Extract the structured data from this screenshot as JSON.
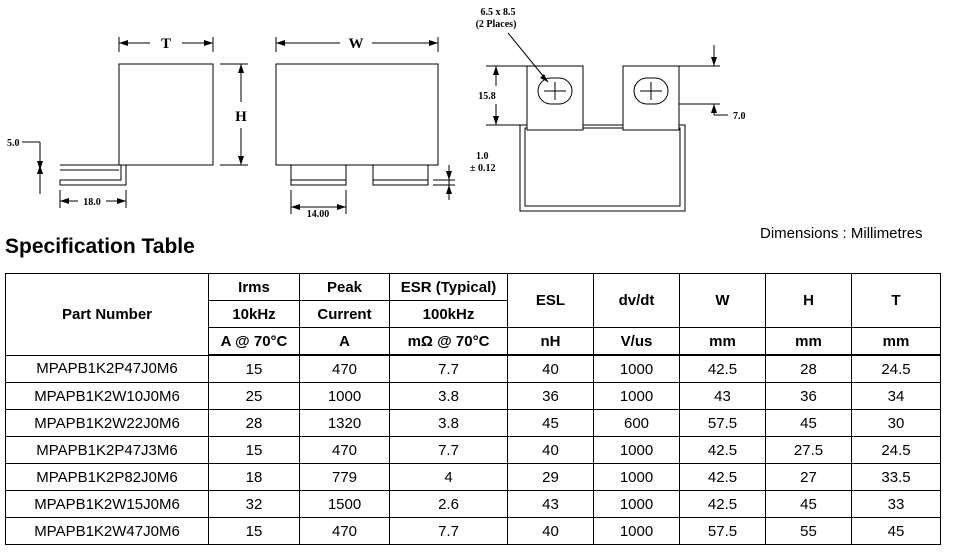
{
  "drawing": {
    "label_T": "T",
    "label_W": "W",
    "label_H": "H",
    "dim_5_0": "5.0",
    "dim_18_0": "18.0",
    "dim_14_00": "14.00",
    "dim_1_0": "1.0",
    "dim_pm012": "± 0.12",
    "dim_15_8": "15.8",
    "dim_7_0": "7.0",
    "hole_size": "6.5 x 8.5",
    "hole_places": "(2 Places)"
  },
  "dimensions_note": "Dimensions : Millimetres",
  "section_title": "Specification Table",
  "table": {
    "header": {
      "part_number": "Part Number",
      "irms": [
        "Irms",
        "10kHz",
        "A @ 70°C"
      ],
      "peak": [
        "Peak",
        "Current",
        "A"
      ],
      "esr": [
        "ESR (Typical)",
        "100kHz",
        "mΩ @ 70°C"
      ],
      "esl": [
        "ESL",
        "nH"
      ],
      "dvdt": [
        "dv/dt",
        "V/us"
      ],
      "w": [
        "W",
        "mm"
      ],
      "h": [
        "H",
        "mm"
      ],
      "t": [
        "T",
        "mm"
      ]
    },
    "rows": [
      [
        "MPAPB1K2P47J0M6",
        "15",
        "470",
        "7.7",
        "40",
        "1000",
        "42.5",
        "28",
        "24.5"
      ],
      [
        "MPAPB1K2W10J0M6",
        "25",
        "1000",
        "3.8",
        "36",
        "1000",
        "43",
        "36",
        "34"
      ],
      [
        "MPAPB1K2W22J0M6",
        "28",
        "1320",
        "3.8",
        "45",
        "600",
        "57.5",
        "45",
        "30"
      ],
      [
        "MPAPB1K2P47J3M6",
        "15",
        "470",
        "7.7",
        "40",
        "1000",
        "42.5",
        "27.5",
        "24.5"
      ],
      [
        "MPAPB1K2P82J0M6",
        "18",
        "779",
        "4",
        "29",
        "1000",
        "42.5",
        "27",
        "33.5"
      ],
      [
        "MPAPB1K2W15J0M6",
        "32",
        "1500",
        "2.6",
        "43",
        "1000",
        "42.5",
        "45",
        "33"
      ],
      [
        "MPAPB1K2W47J0M6",
        "15",
        "470",
        "7.7",
        "40",
        "1000",
        "57.5",
        "55",
        "45"
      ]
    ]
  }
}
